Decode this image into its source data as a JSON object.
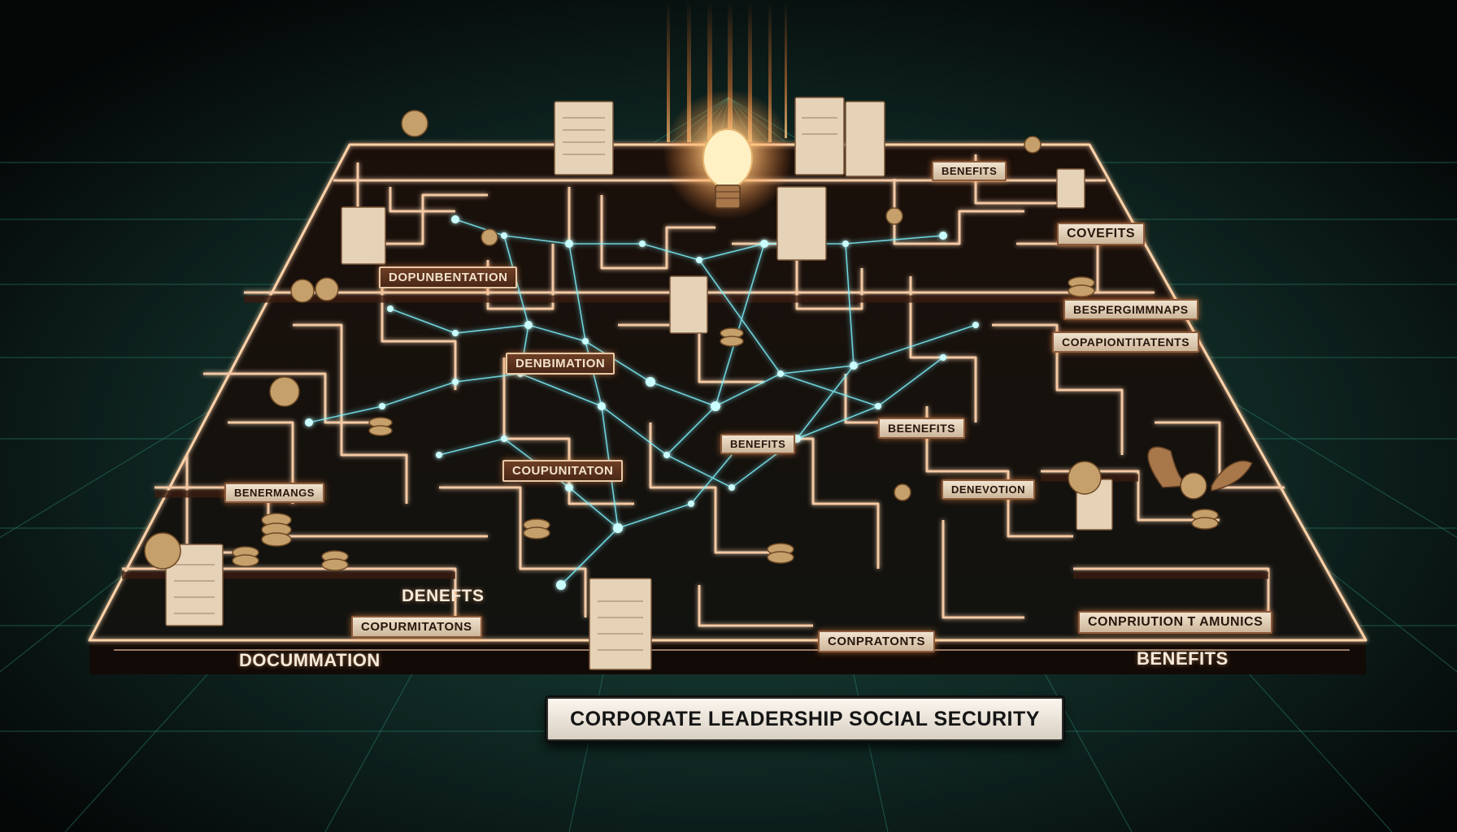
{
  "title": "CORPORATE LEADERSHIP SOCIAL SECURITY",
  "maze_labels": {
    "documentation_top": "DOPUNBENTATION",
    "benefits_top": "BENEFITS",
    "covefits": "COVEFITS",
    "bespergimmnaps": "BESPERGIMMNAPS",
    "copapiontiatents": "COPAPIONTITATENTS",
    "denbimation": "DENBIMATION",
    "benefits_mid": "BENEFITS",
    "benerefits": "BEENEFITS",
    "denevotion": "DENEVOTION",
    "coupunitation": "COUPUNITATON",
    "benermangs": "BENERMANGS",
    "denefts": "DENEFTS",
    "copurmitatons": "COPURMITATONS",
    "conpratonts": "CONPRATONTS",
    "conpriution": "CONPRIUTION T AMUNICS",
    "documentation_floor": "DOCUMMATION",
    "benefits_floor": "BENEFITS"
  },
  "colors": {
    "background": "#070909",
    "grid": "#2f8a74",
    "maze_wall_top": "#f3c9a4",
    "maze_wall_side": "#3a1c10",
    "glow_orange": "#ff8a3a",
    "network_cyan": "#7ff4ff",
    "coin_gold": "#c6a06b"
  },
  "icons": [
    "light-bulb-icon",
    "coin-icon",
    "document-icon",
    "winged-coin-icon"
  ]
}
